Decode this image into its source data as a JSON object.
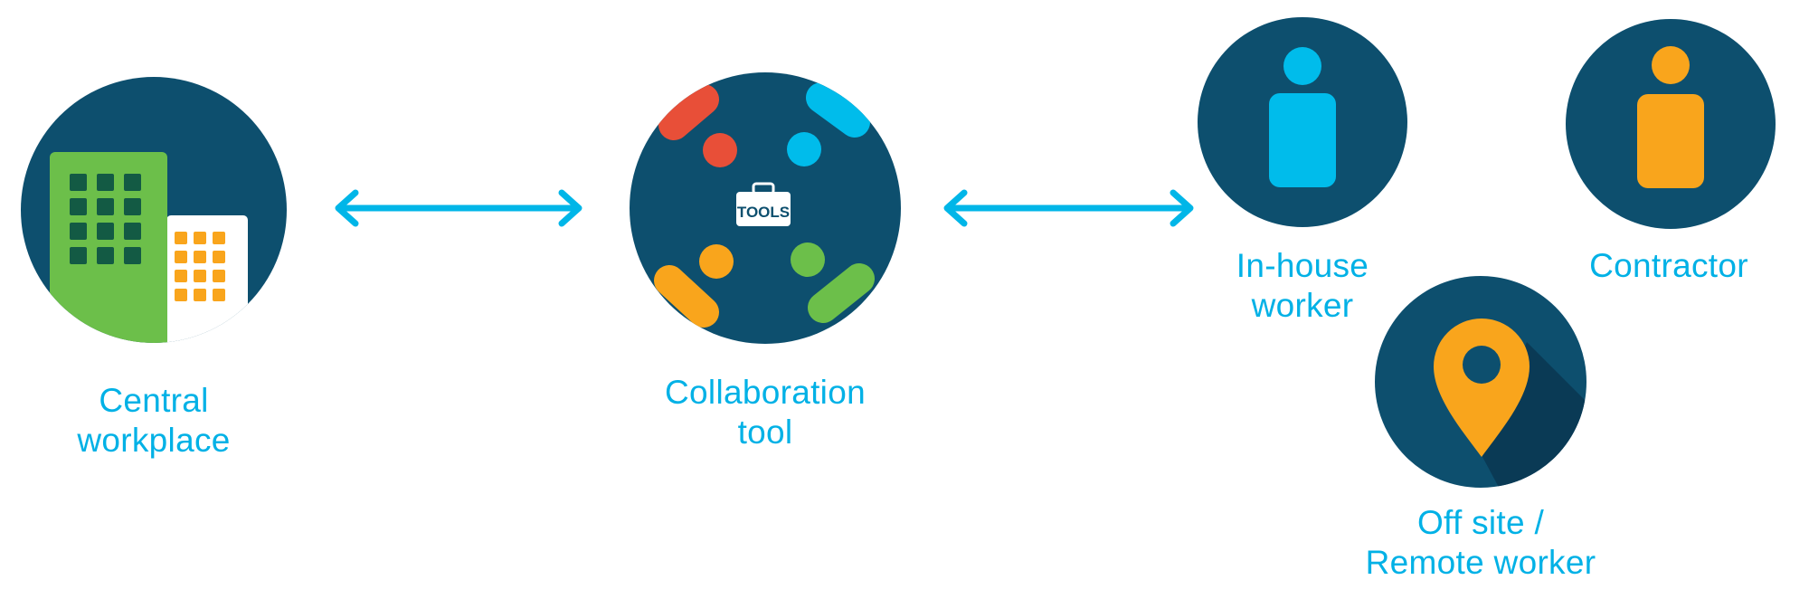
{
  "colors": {
    "navy": "#0d4f6e",
    "navy_dark": "#0a3a55",
    "label": "#00b1e6",
    "arrow": "#00b6e8",
    "green": "#6cbf4a",
    "green_dark": "#135a44",
    "orange": "#f9a51c",
    "red": "#e84f38",
    "cyan": "#00bceb",
    "white": "#ffffff"
  },
  "nodes": {
    "central_workplace": {
      "icon": "building-icon",
      "label_line1": "Central",
      "label_line2": "workplace"
    },
    "collaboration_tool": {
      "icon": "toolbox-icon",
      "badge_text": "TOOLS",
      "label_line1": "Collaboration",
      "label_line2": "tool"
    },
    "in_house_worker": {
      "icon": "person-icon",
      "label_line1": "In-house",
      "label_line2": "worker"
    },
    "contractor": {
      "icon": "person-icon",
      "label_line1": "Contractor"
    },
    "remote_worker": {
      "icon": "location-pin-icon",
      "label_line1": "Off site /",
      "label_line2": "Remote worker"
    }
  },
  "connectors": [
    {
      "from": "central_workplace",
      "to": "collaboration_tool",
      "direction": "bidirectional"
    },
    {
      "from": "collaboration_tool",
      "to": "workers",
      "direction": "bidirectional"
    }
  ]
}
